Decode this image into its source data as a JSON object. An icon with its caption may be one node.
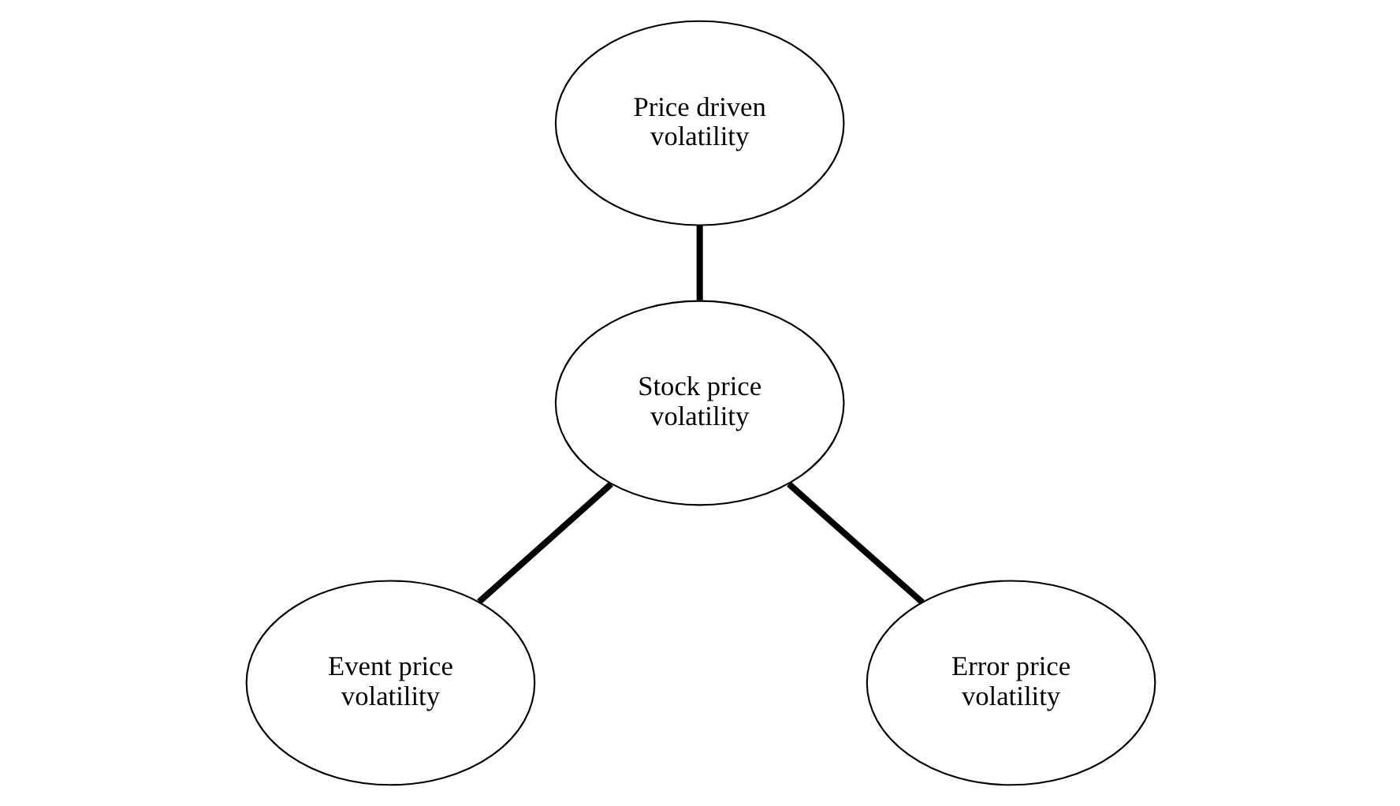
{
  "diagram": {
    "nodes": [
      {
        "text": [
          "Price driven volatility"
        ]
      },
      {
        "text": [
          "Stock price volatility"
        ]
      },
      {
        "text": [
          "Event price volatility"
        ]
      },
      {
        "text": [
          "Error price volatility"
        ]
      }
    ],
    "edges": [
      {
        "from": 0,
        "to": 1,
        "arrow": "none"
      },
      {
        "from": 1,
        "to": 2,
        "arrow": "none"
      },
      {
        "from": 1,
        "to": 3,
        "arrow": "none"
      }
    ]
  }
}
